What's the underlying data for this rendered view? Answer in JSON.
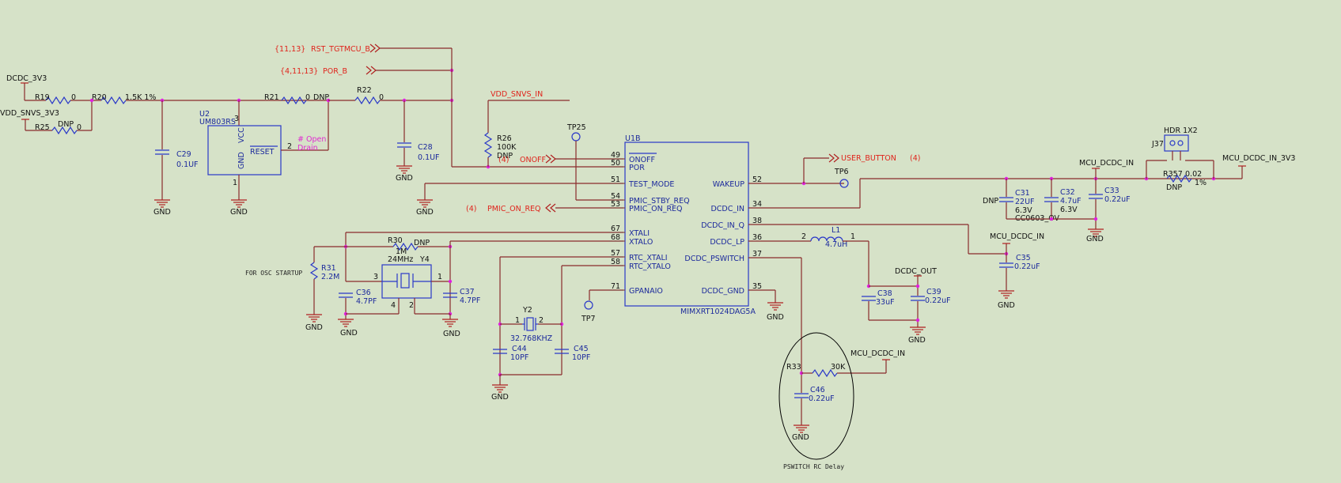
{
  "nets": {
    "dcdc_3v3": "DCDC_3V3",
    "vdd_snvs_3v3": "VDD_SNVS_3V3",
    "rst_tgtmcu_b": "RST_TGTMCU_B",
    "rst_ref": "{11,13}",
    "por_b": "POR_B",
    "por_ref": "{4,11,13}",
    "vdd_snvs_in": "VDD_SNVS_IN",
    "onoff": "ONOFF",
    "onoff_ref": "(4)",
    "pmic_on_req": "PMIC_ON_REQ",
    "pmic_ref": "(4)",
    "user_button": "USER_BUTTON",
    "user_ref": "(4)",
    "mcu_dcdc_in": "MCU_DCDC_IN",
    "mcu_dcdc_in_3v3": "MCU_DCDC_IN_3V3",
    "dcdc_out": "DCDC_OUT",
    "gnd": "GND"
  },
  "u1b": {
    "designator": "U1B",
    "part": "MIMXRT1024DAG5A",
    "left_pins": [
      {
        "num": "49",
        "name": "ONOFF"
      },
      {
        "num": "50",
        "name": "POR"
      },
      {
        "num": "51",
        "name": "TEST_MODE"
      },
      {
        "num": "54",
        "name": "PMIC_STBY_REQ"
      },
      {
        "num": "53",
        "name": "PMIC_ON_REQ"
      },
      {
        "num": "67",
        "name": "XTALI"
      },
      {
        "num": "68",
        "name": "XTALO"
      },
      {
        "num": "57",
        "name": "RTC_XTALI"
      },
      {
        "num": "58",
        "name": "RTC_XTALO"
      },
      {
        "num": "71",
        "name": "GPANAIO"
      }
    ],
    "right_pins": [
      {
        "num": "52",
        "name": "WAKEUP"
      },
      {
        "num": "34",
        "name": "DCDC_IN"
      },
      {
        "num": "38",
        "name": "DCDC_IN_Q"
      },
      {
        "num": "36",
        "name": "DCDC_LP"
      },
      {
        "num": "37",
        "name": "DCDC_PSWITCH"
      },
      {
        "num": "35",
        "name": "DCDC_GND"
      }
    ]
  },
  "u2": {
    "designator": "U2",
    "part": "UM803RS",
    "pin_vcc": "VCC",
    "pin_gnd": "GND",
    "pin_reset": "RESET",
    "pin3": "3",
    "pin2": "2",
    "pin1": "1",
    "note1": "# Open",
    "note2": "Drain"
  },
  "parts": {
    "r19": {
      "ref": "R19",
      "val": "0"
    },
    "r20": {
      "ref": "R20",
      "val": "1.5K 1%"
    },
    "r25": {
      "ref": "R25",
      "val": "0",
      "dnp": "DNP"
    },
    "r21": {
      "ref": "R21",
      "val": "0",
      "dnp": "DNP"
    },
    "r22": {
      "ref": "R22",
      "val": "0"
    },
    "r26": {
      "ref": "R26",
      "val": "100K",
      "dnp": "DNP"
    },
    "c29": {
      "ref": "C29",
      "val": "0.1UF"
    },
    "c28": {
      "ref": "C28",
      "val": "0.1UF"
    },
    "r30": {
      "ref": "R30",
      "val": "1M",
      "dnp": "DNP"
    },
    "r31": {
      "ref": "R31",
      "val": "2.2M"
    },
    "y4": {
      "ref": "Y4",
      "val": "24MHz",
      "p3": "3",
      "p1": "1",
      "p4": "4",
      "p2": "2"
    },
    "c36": {
      "ref": "C36",
      "val": "4.7PF"
    },
    "c37": {
      "ref": "C37",
      "val": "4.7PF"
    },
    "y2": {
      "ref": "Y2",
      "val": "32.768KHZ",
      "p1": "1",
      "p2": "2"
    },
    "c44": {
      "ref": "C44",
      "val": "10PF"
    },
    "c45": {
      "ref": "C45",
      "val": "10PF"
    },
    "tp25": "TP25",
    "tp6": "TP6",
    "tp7": "TP7",
    "l1": {
      "ref": "L1",
      "val": "4.7uH",
      "p2": "2",
      "p1": "1"
    },
    "c38": {
      "ref": "C38",
      "val": "33uF"
    },
    "c39": {
      "ref": "C39",
      "val": "0.22uF"
    },
    "c31": {
      "ref": "C31",
      "val": "22UF",
      "v": "6.3V",
      "dnp": "DNP"
    },
    "c32": {
      "ref": "C32",
      "val": "4.7uF",
      "v": "6.3V",
      "pkg": "CC0603_OV"
    },
    "c33": {
      "ref": "C33",
      "val": "0.22uF"
    },
    "c35": {
      "ref": "C35",
      "val": "0.22uF"
    },
    "r357": {
      "ref": "R357",
      "val": "0.02",
      "tol": "1%",
      "dnp": "DNP"
    },
    "j37": {
      "ref": "J37",
      "val": "HDR 1X2"
    },
    "r33": {
      "ref": "R33",
      "val": "30K"
    },
    "c46": {
      "ref": "C46",
      "val": "0.22uF"
    }
  },
  "notes": {
    "osc_startup": "FOR OSC STARTUP",
    "pswitch": "PSWITCH RC Delay"
  }
}
